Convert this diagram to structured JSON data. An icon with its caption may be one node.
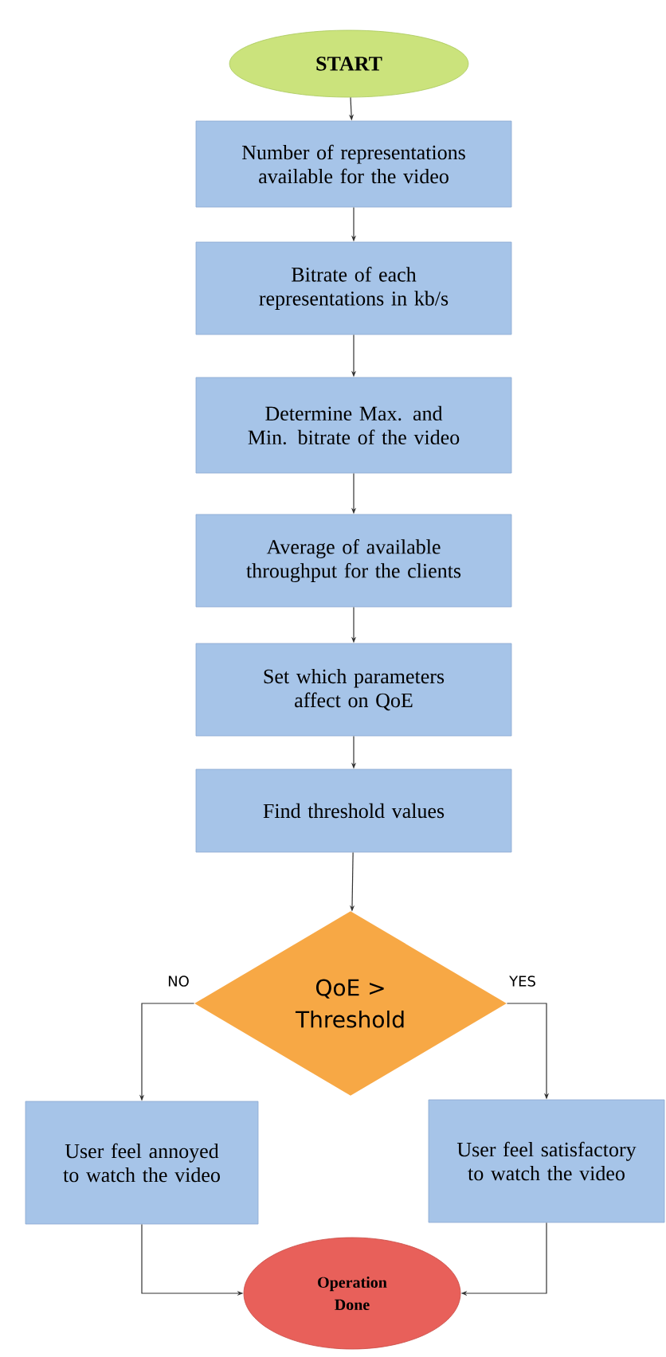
{
  "diagram": {
    "nodes": [
      {
        "text": [
          "START"
        ]
      },
      {
        "text": [
          "Number of representations available for the video"
        ]
      },
      {
        "text": [
          "Bitrate of each representations in kb/s"
        ]
      },
      {
        "text": [
          "Determine Max. and Min. bitrate of the video"
        ]
      },
      {
        "text": [
          "Average of available throughput for the clients"
        ]
      },
      {
        "text": [
          "Set which parameters affect on QoE"
        ]
      },
      {
        "text": [
          "Find threshold values"
        ]
      },
      {
        "text": [
          "QoE > Threshold"
        ]
      },
      {
        "text": [
          "User feel annoyed to watch the video"
        ]
      },
      {
        "text": [
          "User feel satisfactory to watch the video"
        ]
      },
      {
        "text": [
          "Operation Done"
        ]
      }
    ],
    "edges": [
      {
        "from": 0,
        "to": 1,
        "arrow": "to"
      },
      {
        "from": 1,
        "to": 2,
        "arrow": "to"
      },
      {
        "from": 2,
        "to": 3,
        "arrow": "to"
      },
      {
        "from": 3,
        "to": 4,
        "arrow": "to"
      },
      {
        "from": 4,
        "to": 5,
        "arrow": "to"
      },
      {
        "from": 5,
        "to": 6,
        "arrow": "to"
      },
      {
        "from": 6,
        "to": 7,
        "arrow": "to"
      },
      {
        "from": 7,
        "to": 8,
        "arrow": "to",
        "label": "NO"
      },
      {
        "from": 7,
        "to": 9,
        "arrow": "to",
        "label": "YES"
      },
      {
        "from": 8,
        "to": 10,
        "arrow": "to"
      },
      {
        "from": 9,
        "to": 10,
        "arrow": "to"
      }
    ]
  }
}
